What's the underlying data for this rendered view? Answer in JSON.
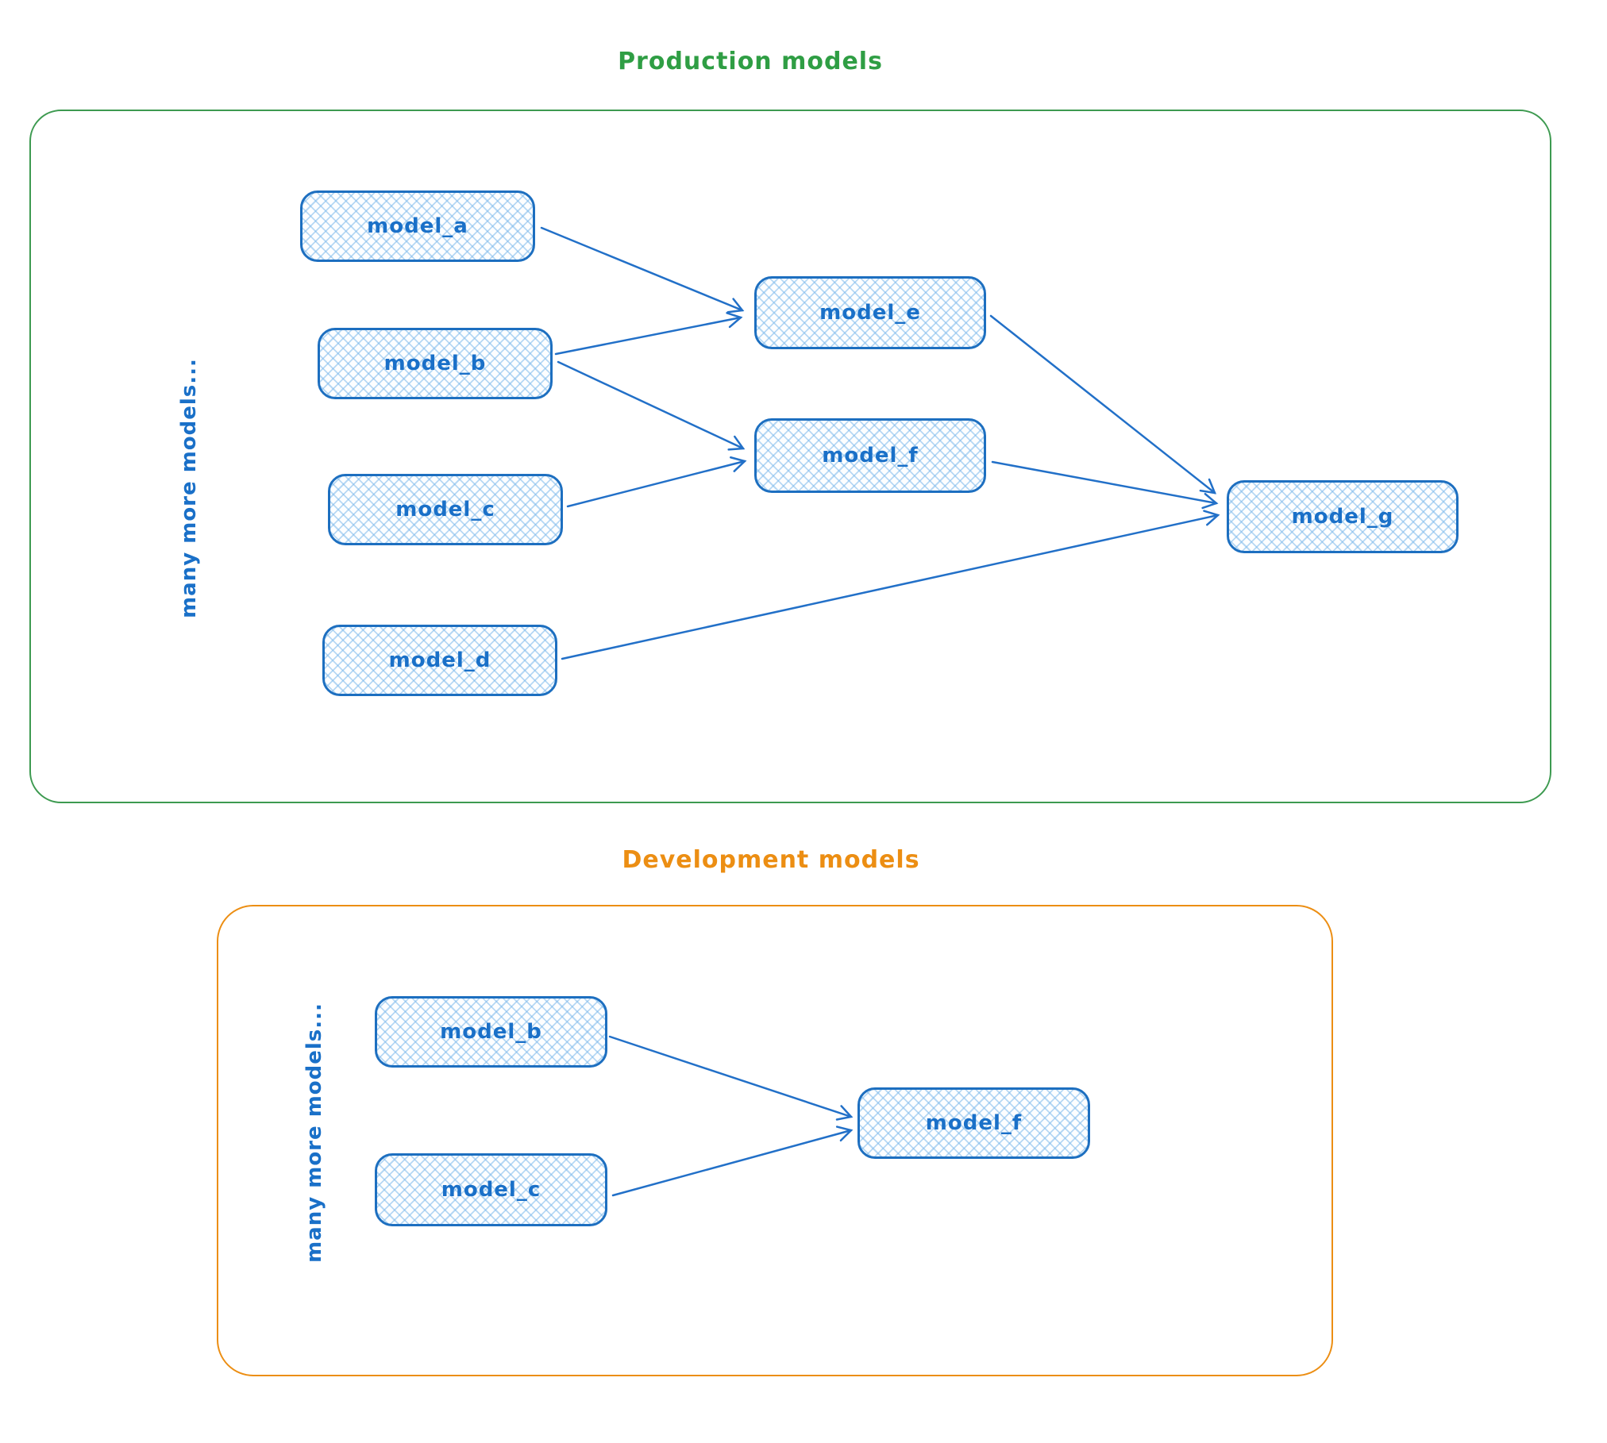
{
  "diagram": {
    "colors": {
      "node_border": "#1d6fc0",
      "node_text": "#1a70c8",
      "arrow": "#2270c8",
      "production_accent": "#2f9e44",
      "development_accent": "#ec8e13"
    },
    "sections": {
      "production": {
        "title": "Production models",
        "side_label": "many more models...",
        "nodes": {
          "a": {
            "label": "model_a"
          },
          "b": {
            "label": "model_b"
          },
          "c": {
            "label": "model_c"
          },
          "d": {
            "label": "model_d"
          },
          "e": {
            "label": "model_e"
          },
          "f": {
            "label": "model_f"
          },
          "g": {
            "label": "model_g"
          }
        },
        "edges": [
          [
            "a",
            "e"
          ],
          [
            "b",
            "e"
          ],
          [
            "b",
            "f"
          ],
          [
            "c",
            "f"
          ],
          [
            "e",
            "g"
          ],
          [
            "f",
            "g"
          ],
          [
            "d",
            "g"
          ]
        ]
      },
      "development": {
        "title": "Development models",
        "side_label": "many more models...",
        "nodes": {
          "b": {
            "label": "model_b"
          },
          "c": {
            "label": "model_c"
          },
          "f": {
            "label": "model_f"
          }
        },
        "edges": [
          [
            "b",
            "f"
          ],
          [
            "c",
            "f"
          ]
        ]
      }
    }
  }
}
